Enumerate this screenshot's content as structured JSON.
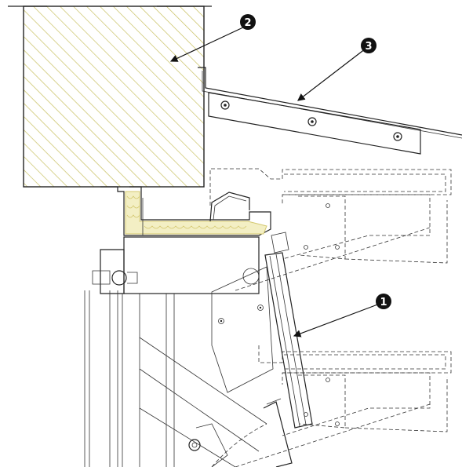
{
  "callouts": [
    {
      "label": "1",
      "id": "louvre-blade"
    },
    {
      "label": "2",
      "id": "masonry-wall"
    },
    {
      "label": "3",
      "id": "flashing"
    }
  ],
  "colors": {
    "line": "#222222",
    "hatch": "#c8c060",
    "insulation_fill": "#f3efc4",
    "insulation_line": "#d4c870",
    "callout_fill": "#111111"
  }
}
